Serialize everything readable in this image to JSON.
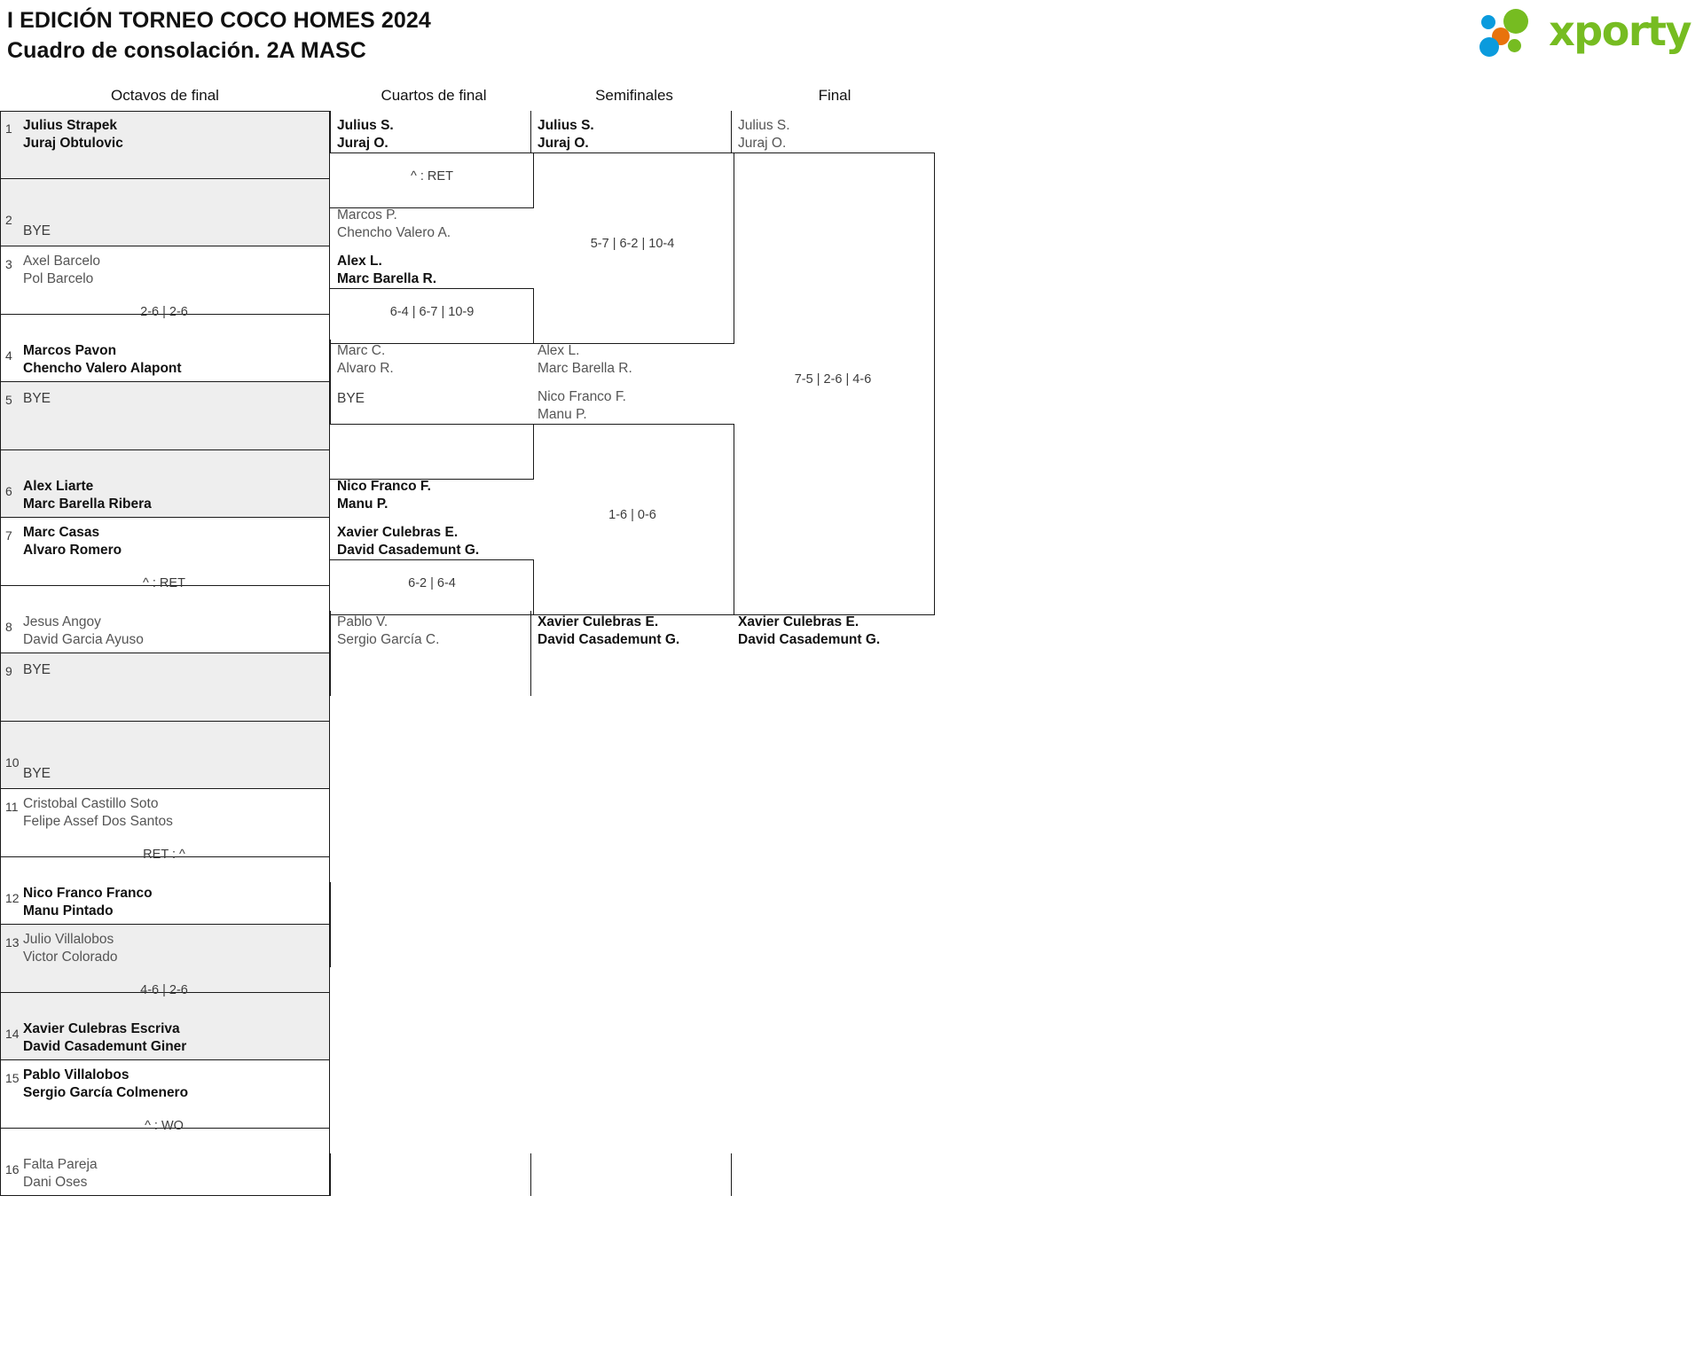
{
  "header": {
    "title_line1": "I EDICIÓN TORNEO COCO HOMES 2024",
    "title_line2": "Cuadro de consolación. 2A MASC",
    "logo_text": "xporty",
    "logo_colors": {
      "green": "#76bc21",
      "blue": "#0b9bdd",
      "orange": "#e8730c"
    }
  },
  "rounds": [
    {
      "id": "r1",
      "label": "Octavos de final"
    },
    {
      "id": "r2",
      "label": "Cuartos de final"
    },
    {
      "id": "r3",
      "label": "Semifinales"
    },
    {
      "id": "r4",
      "label": "Final"
    }
  ],
  "round1": {
    "entries": [
      {
        "seed": "1",
        "p1": "Julius Strapek",
        "p2": "Juraj Obtulovic",
        "status": "winner"
      },
      {
        "seed": "2",
        "bye": "BYE",
        "status": "bye"
      },
      {
        "seed": "3",
        "p1": "Axel Barcelo",
        "p2": "Pol Barcelo",
        "status": "loser"
      },
      {
        "seed": "4",
        "p1": "Marcos Pavon",
        "p2": "Chencho Valero Alapont",
        "status": "winner"
      },
      {
        "seed": "5",
        "bye": "BYE",
        "status": "bye"
      },
      {
        "seed": "6",
        "p1": "Alex Liarte",
        "p2": "Marc Barella Ribera",
        "status": "winner"
      },
      {
        "seed": "7",
        "p1": "Marc Casas",
        "p2": "Alvaro Romero",
        "status": "winner"
      },
      {
        "seed": "8",
        "p1": "Jesus Angoy",
        "p2": "David Garcia Ayuso",
        "status": "loser"
      },
      {
        "seed": "9",
        "bye": "BYE",
        "status": "bye"
      },
      {
        "seed": "10",
        "bye": "BYE",
        "status": "bye"
      },
      {
        "seed": "11",
        "p1": "Cristobal Castillo Soto",
        "p2": "Felipe Assef Dos Santos",
        "status": "loser"
      },
      {
        "seed": "12",
        "p1": "Nico Franco Franco",
        "p2": "Manu Pintado",
        "status": "winner"
      },
      {
        "seed": "13",
        "p1": "Julio Villalobos",
        "p2": "Victor Colorado",
        "status": "loser"
      },
      {
        "seed": "14",
        "p1": "Xavier Culebras Escriva",
        "p2": "David Casademunt Giner",
        "status": "winner"
      },
      {
        "seed": "15",
        "p1": "Pablo Villalobos",
        "p2": "Sergio García Colmenero",
        "status": "winner"
      },
      {
        "seed": "16",
        "p1": "Falta Pareja",
        "p2": "Dani Oses",
        "status": "loser"
      }
    ],
    "scores": [
      {
        "match": 2,
        "text": "2-6 | 2-6"
      },
      {
        "match": 4,
        "text": "^ : RET"
      },
      {
        "match": 6,
        "text": "RET : ^"
      },
      {
        "match": 7,
        "text": "4-6 | 2-6"
      },
      {
        "match": 8,
        "text": "^ : WO"
      }
    ]
  },
  "round2": {
    "slots": [
      {
        "p1": "Julius S.",
        "p2": "Juraj O.",
        "status": "winner"
      },
      {
        "p1": "Marcos P.",
        "p2": "Chencho Valero A.",
        "status": "loser"
      },
      {
        "p1": "Alex L.",
        "p2": "Marc Barella R.",
        "status": "winner"
      },
      {
        "p1": "Marc C.",
        "p2": "Alvaro R.",
        "status": "loser"
      },
      {
        "bye": "BYE",
        "status": "bye"
      },
      {
        "p1": "Nico Franco F.",
        "p2": "Manu P.",
        "status": "winner"
      },
      {
        "p1": "Xavier Culebras E.",
        "p2": "David Casademunt G.",
        "status": "winner"
      },
      {
        "p1": "Pablo V.",
        "p2": "Sergio García C.",
        "status": "loser"
      }
    ],
    "scores": [
      {
        "match": 1,
        "text": "^ : RET"
      },
      {
        "match": 2,
        "text": "6-4 | 6-7 | 10-9"
      },
      {
        "match": 4,
        "text": "6-2 | 6-4"
      }
    ]
  },
  "round3": {
    "slots": [
      {
        "p1": "Julius S.",
        "p2": "Juraj O.",
        "status": "winner"
      },
      {
        "p1": "Alex L.",
        "p2": "Marc Barella R.",
        "status": "loser"
      },
      {
        "p1": "Nico Franco F.",
        "p2": "Manu P.",
        "status": "loser"
      },
      {
        "p1": "Xavier Culebras E.",
        "p2": "David Casademunt G.",
        "status": "winner"
      }
    ],
    "scores": [
      {
        "match": 1,
        "text": "5-7 | 6-2 | 10-4"
      },
      {
        "match": 2,
        "text": "1-6 | 0-6"
      }
    ]
  },
  "round4": {
    "slots": [
      {
        "p1": "Julius S.",
        "p2": "Juraj O.",
        "status": "loser"
      },
      {
        "p1": "Xavier Culebras E.",
        "p2": "David Casademunt G.",
        "status": "winner"
      }
    ],
    "scores": [
      {
        "match": 1,
        "text": "7-5 | 2-6 | 4-6"
      }
    ]
  }
}
